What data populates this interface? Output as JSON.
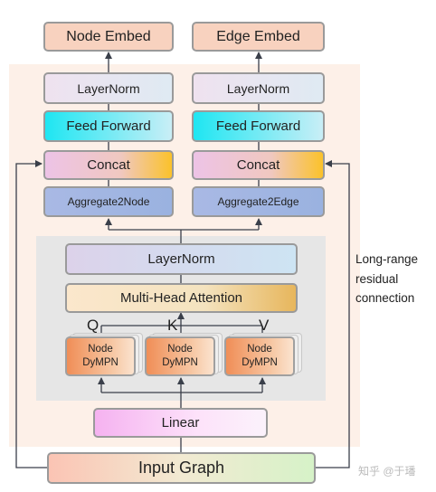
{
  "outputs": {
    "node_embed": "Node Embed",
    "edge_embed": "Edge Embed"
  },
  "node_branch": {
    "layernorm": "LayerNorm",
    "feed_forward": "Feed Forward",
    "concat": "Concat",
    "aggregate": "Aggregate2Node"
  },
  "edge_branch": {
    "layernorm": "LayerNorm",
    "feed_forward": "Feed Forward",
    "concat": "Concat",
    "aggregate": "Aggregate2Edge"
  },
  "attention_block": {
    "layernorm": "LayerNorm",
    "mha": "Multi-Head Attention",
    "q": "Q",
    "k": "K",
    "v": "V",
    "dympn": [
      {
        "line1": "Node",
        "line2": "DyMPN"
      },
      {
        "line1": "Node",
        "line2": "DyMPN"
      },
      {
        "line1": "Node",
        "line2": "DyMPN"
      }
    ]
  },
  "linear": "Linear",
  "input": "Input Graph",
  "residual_note": [
    "Long-range",
    "residual",
    "connection"
  ],
  "watermark": "知乎 @于璠"
}
